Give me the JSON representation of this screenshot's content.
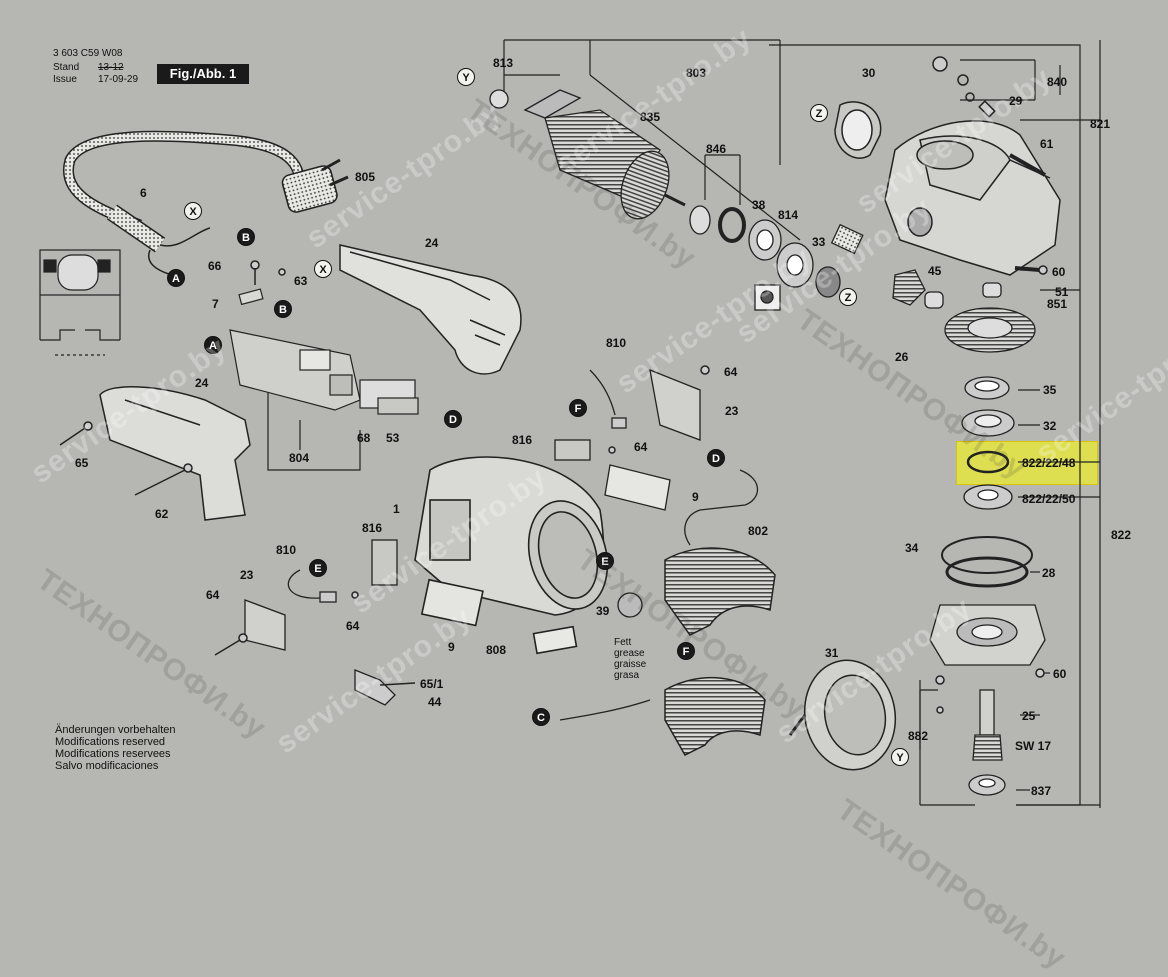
{
  "header": {
    "doc_number": "3 603 C59 W08",
    "stand_label": "Stand",
    "stand_value": "13-12",
    "issue_label": "Issue",
    "issue_value": "17-09-29",
    "figure_label": "Fig./Abb. 1"
  },
  "notes": [
    "Änderungen vorbehalten",
    "Modifications reserved",
    "Modifications reservees",
    "Salvo modificaciones"
  ],
  "watermarks": [
    "service-tpro.by",
    "ТЕХНОПРОФИ.by"
  ],
  "highlight_color": "#ffff00",
  "part_labels": {
    "p813": "813",
    "p803": "803",
    "p835": "835",
    "p846": "846",
    "p38": "38",
    "p814": "814",
    "p33": "33",
    "p30": "30",
    "p840": "840",
    "p29": "29",
    "p821": "821",
    "p61": "61",
    "p805": "805",
    "p6": "6",
    "p24a": "24",
    "p66": "66",
    "p63": "63",
    "p7": "7",
    "p24b": "24",
    "p65": "65",
    "p62": "62",
    "p804": "804",
    "p68": "68",
    "p53": "53",
    "p810a": "810",
    "p64a": "64",
    "p23a": "23",
    "p816a": "816",
    "p64b": "64",
    "p9a": "9",
    "p1": "1",
    "p802": "802",
    "p816b": "816",
    "p810b": "810",
    "p23b": "23",
    "p64c": "64",
    "p64d": "64",
    "p9b": "9",
    "p808": "808",
    "p39": "39",
    "p65_1": "65/1",
    "p44": "44",
    "p31": "31",
    "p882": "882",
    "p45": "45",
    "p26": "26",
    "p60a": "60",
    "p51": "51",
    "p851": "851",
    "p35": "35",
    "p32": "32",
    "p822_22_48": "822/22/48",
    "p822_22_50": "822/22/50",
    "p822": "822",
    "p34": "34",
    "p28": "28",
    "p60b": "60",
    "p25": "25",
    "sw17": "SW 17",
    "p837": "837"
  },
  "grease_label": [
    "Fett",
    "grease",
    "graisse",
    "grasa"
  ],
  "callouts": {
    "Y": "Y",
    "X": "X",
    "Z": "Z",
    "A": "A",
    "B": "B",
    "C": "C",
    "D": "D",
    "E": "E",
    "F": "F"
  }
}
